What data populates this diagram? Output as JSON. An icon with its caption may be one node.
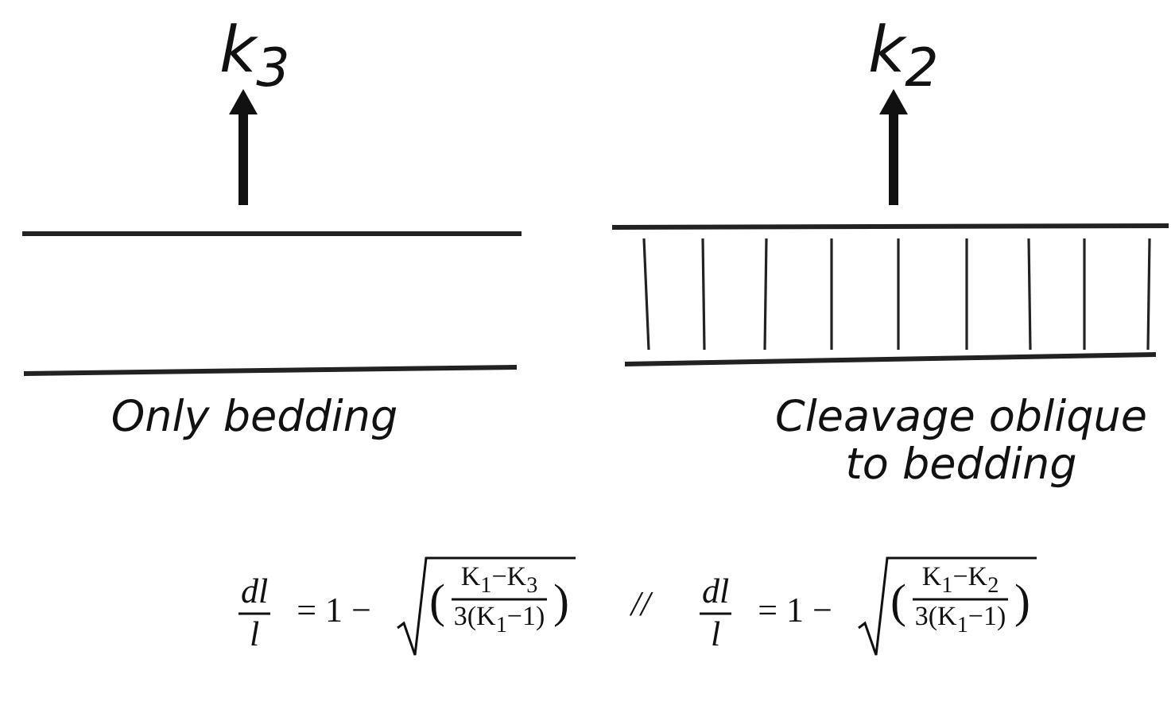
{
  "diagram": {
    "labels": [
      "k$_{3}$",
      "k$_{2}$",
      "Only bedding",
      "Cleavage oblique to bedding",
      "dl",
      "l",
      "= 1 −",
      "(",
      "K$_{1}$−K$_{3}$",
      "3(K$_{1}$−1)",
      ")",
      "//",
      "dl",
      "l",
      "= 1 −",
      "(",
      "K$_{1}$−K$_{2}$",
      "3(K$_{1}$−1)",
      ")"
    ]
  }
}
